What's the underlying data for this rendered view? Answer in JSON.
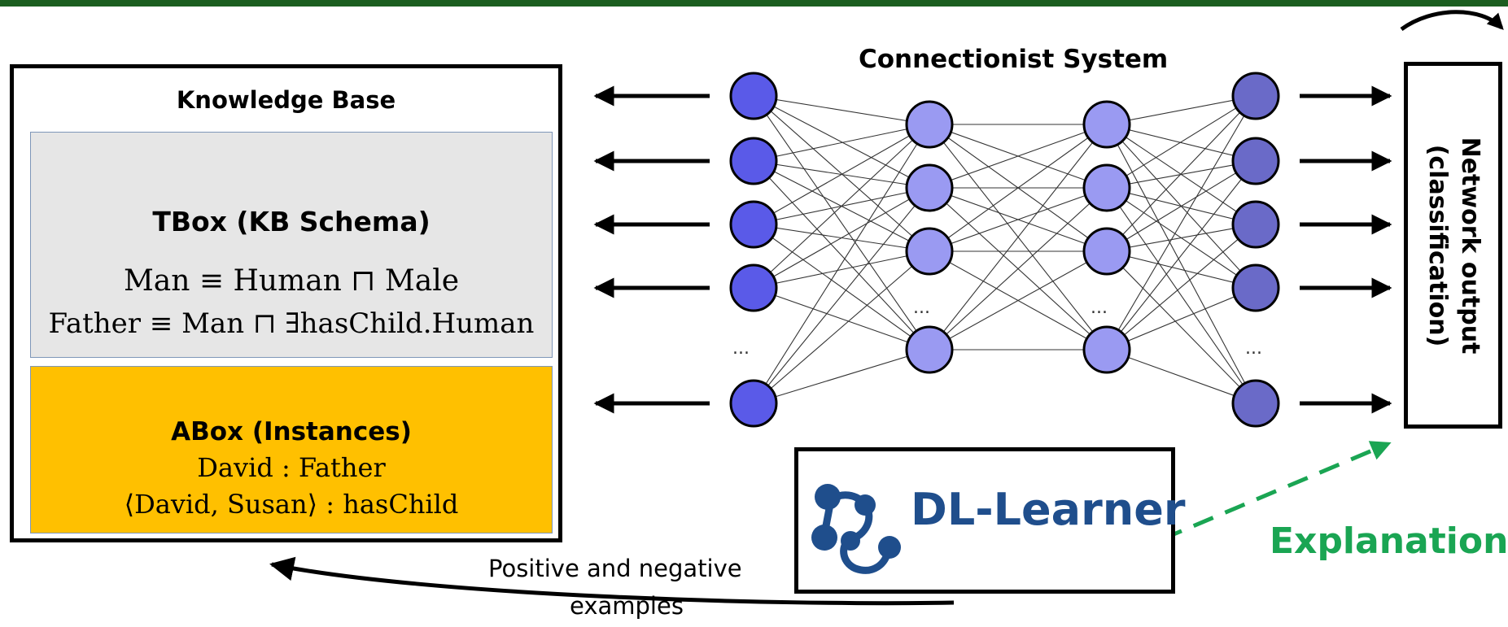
{
  "knowledge_base": {
    "title": "Knowledge Base",
    "tbox": {
      "title": "TBox (KB Schema)",
      "axiom_1": "Man ≡ Human ⊓ Male",
      "axiom_2": "Father ≡ Man ⊓ ∃hasChild.Human"
    },
    "abox": {
      "title": "ABox (Instances)",
      "assertion_1": "David : Father",
      "assertion_2": "⟨David, Susan⟩ : hasChild"
    }
  },
  "network": {
    "title": "Connectionist System",
    "ellipsis": "...",
    "layer_colors": [
      "#5a5ae8",
      "#9a9af2",
      "#9a9af2",
      "#6a6ac8"
    ]
  },
  "output_box": {
    "line_1": "Network output",
    "line_2": "(classification)"
  },
  "dl_learner": {
    "label": "DL-Learner",
    "logo_color": "#1f4e8c"
  },
  "explanation": {
    "label": "Explanation",
    "color": "#1aa553"
  },
  "feedback": {
    "line_1": "Positive and negative",
    "line_2": "examples"
  },
  "colors": {
    "abox_fill": "#ffc000",
    "tbox_fill": "#e6e6e6",
    "top_bar": "#1b5e20"
  }
}
